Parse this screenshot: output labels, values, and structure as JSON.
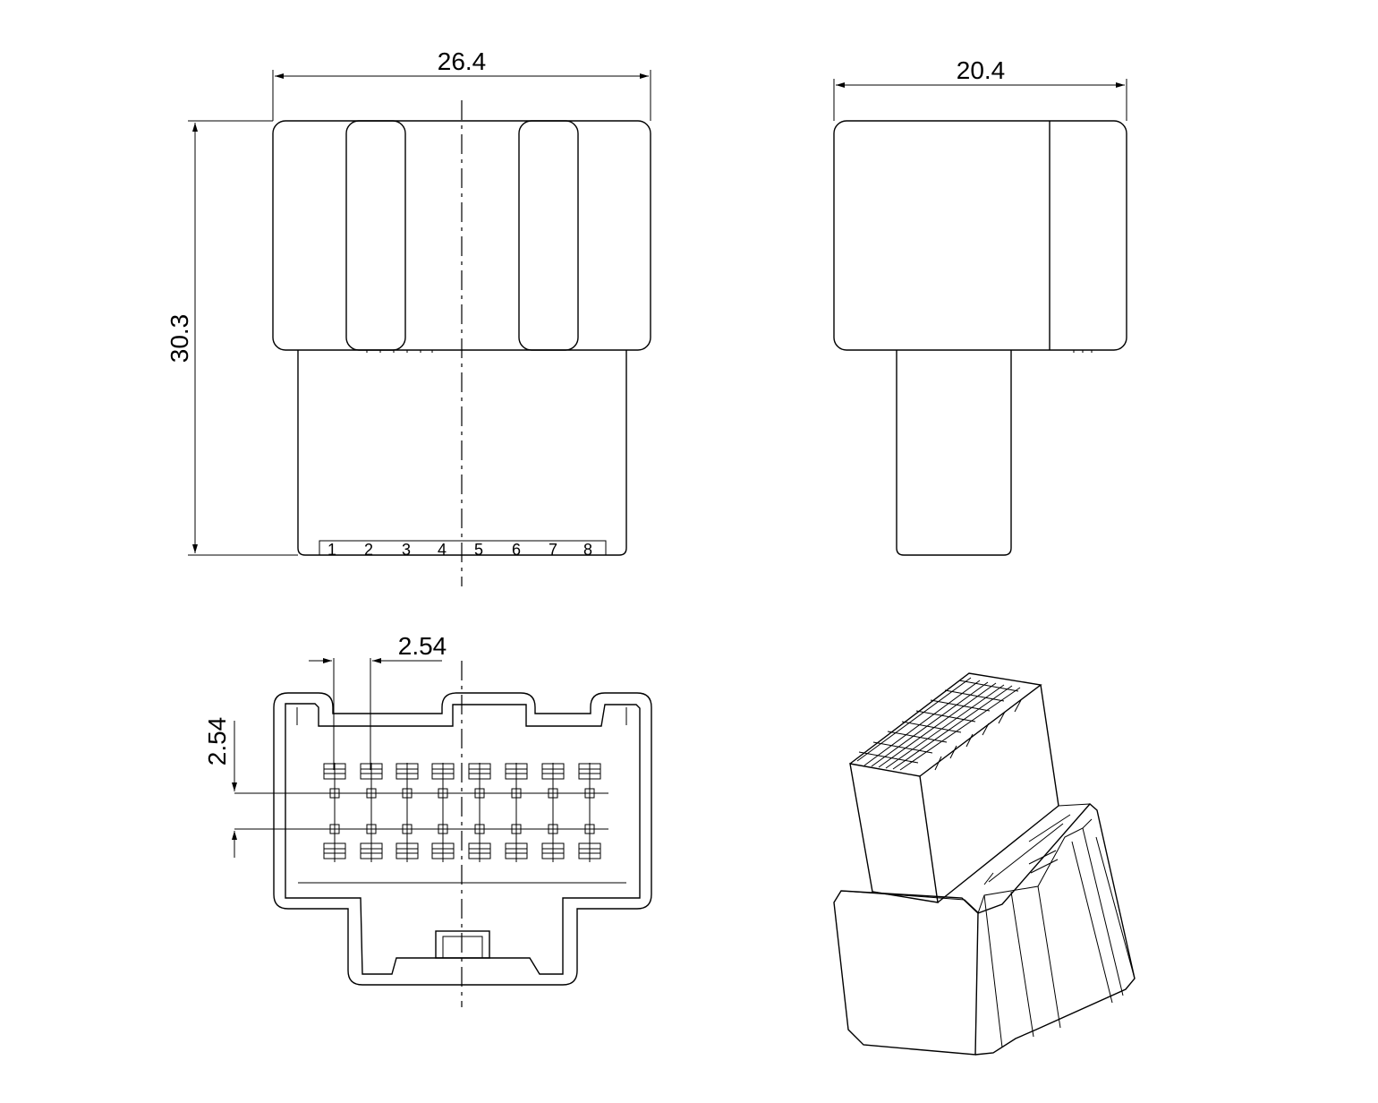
{
  "dimensions": {
    "front_width": "26.4",
    "side_width": "20.4",
    "height": "30.3",
    "pitch_horizontal": "2.54",
    "pitch_vertical": "2.54"
  },
  "pin_labels": [
    "1",
    "2",
    "3",
    "4",
    "5",
    "6",
    "7",
    "8"
  ]
}
